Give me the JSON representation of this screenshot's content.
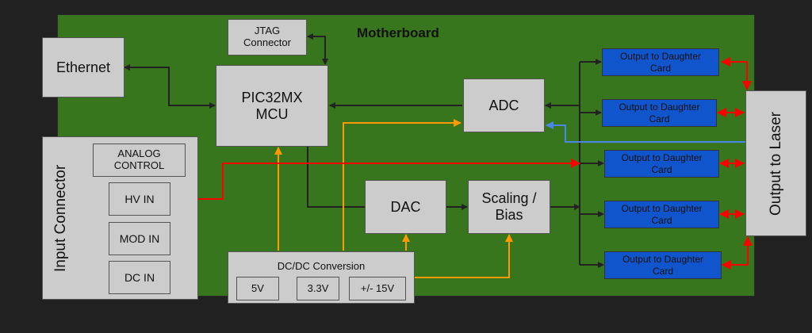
{
  "diagram": {
    "title": "Motherboard",
    "blocks": {
      "ethernet": "Ethernet",
      "jtag": "JTAG\nConnector",
      "mcu_line1": "PIC32MX",
      "mcu_line2": "MCU",
      "adc": "ADC",
      "dac": "DAC",
      "scaling_line1": "Scaling /",
      "scaling_line2": "Bias",
      "input_connector": "Input Connector",
      "analog_line1": "ANALOG",
      "analog_line2": "CONTROL",
      "hv_in": "HV IN",
      "mod_in": "MOD IN",
      "dc_in": "DC IN",
      "dcdc": "DC/DC Conversion",
      "v5": "5V",
      "v33": "3.3V",
      "v15": "+/- 15V",
      "output_laser": "Output to Laser"
    },
    "daughter_cards": [
      {
        "line1": "Output to Daughter",
        "line2": "Card"
      },
      {
        "line1": "Output to Daughter",
        "line2": "Card"
      },
      {
        "line1": "Output to Daughter",
        "line2": "Card"
      },
      {
        "line1": "Output to Daughter",
        "line2": "Card"
      },
      {
        "line1": "Output to Daughter",
        "line2": "Card"
      }
    ],
    "colors": {
      "board": "#38761d",
      "block": "#cccccc",
      "daughter": "#1155cc",
      "signal": "#222222",
      "power": "#ff9900",
      "hv": "#ff0000",
      "feedback": "#4a86e8"
    }
  }
}
